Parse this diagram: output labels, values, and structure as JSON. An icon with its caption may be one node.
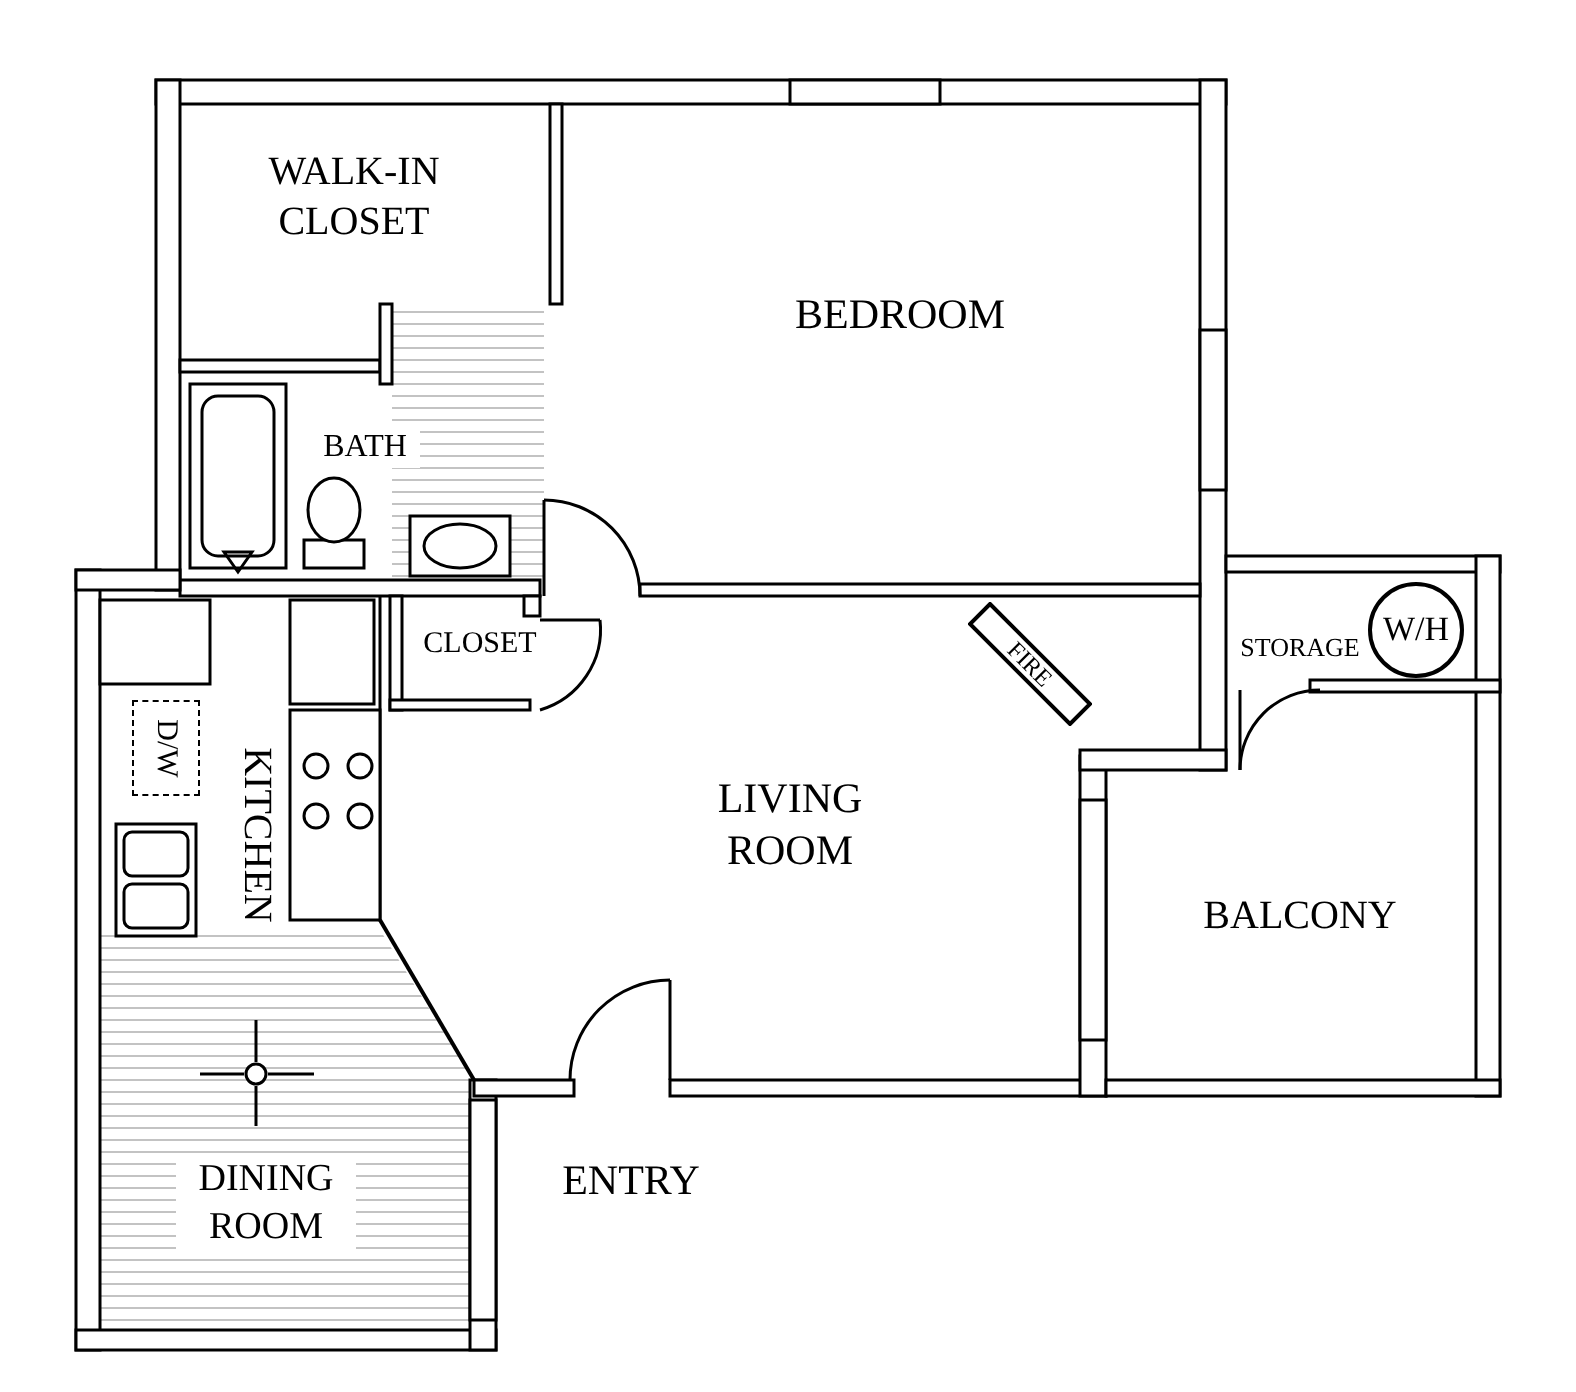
{
  "diagram": {
    "nodes": [
      {
        "text": [
          "FIRE"
        ]
      },
      {
        "text": [
          "W/H"
        ]
      },
      {
        "text": [
          "D/W"
        ]
      }
    ],
    "labels": [
      "WALK-IN CLOSET",
      "BEDROOM",
      "BATH",
      "CLOSET",
      "STORAGE",
      "LIVING ROOM",
      "KITCHEN",
      "BALCONY",
      "DINING ROOM",
      "ENTRY"
    ]
  }
}
